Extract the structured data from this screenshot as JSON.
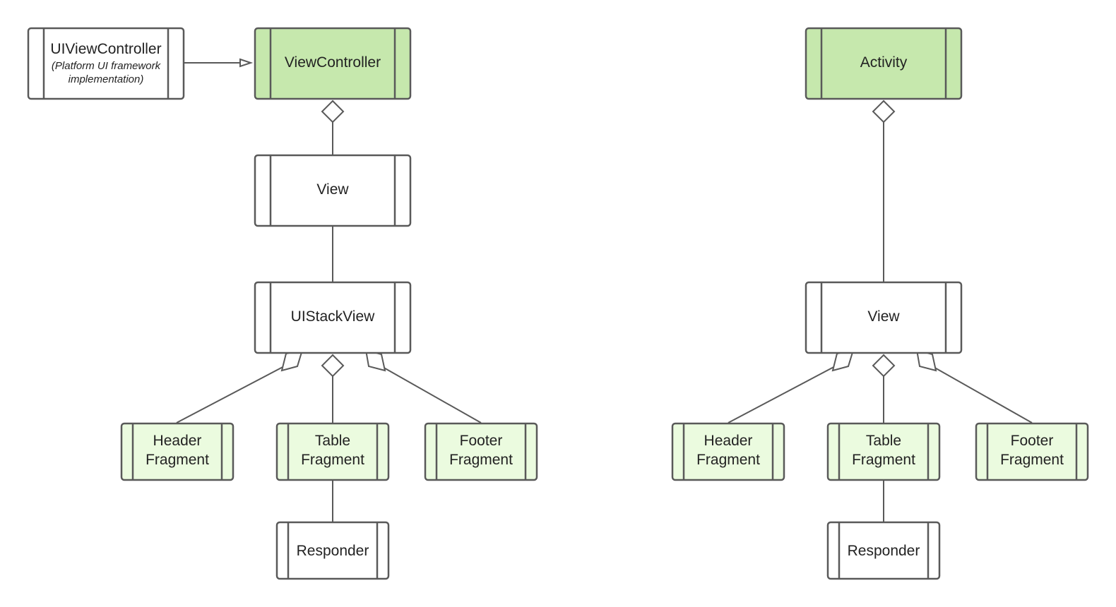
{
  "colors": {
    "stroke": "#595959",
    "fill_dark_green": "#c6e8ad",
    "fill_light_green": "#ebfbdf",
    "fill_white": "#ffffff",
    "text": "#222222"
  },
  "ios": {
    "uiviewcontroller": {
      "title": "UIViewController",
      "subtitle_line1": "(Platform UI framework",
      "subtitle_line2": "implementation)"
    },
    "viewcontroller": "ViewController",
    "view": "View",
    "uistackview": "UIStackView",
    "header_fragment": [
      "Header",
      "Fragment"
    ],
    "table_fragment": [
      "Table",
      "Fragment"
    ],
    "footer_fragment": [
      "Footer",
      "Fragment"
    ],
    "responder": "Responder"
  },
  "android": {
    "activity": "Activity",
    "view": "View",
    "header_fragment": [
      "Header",
      "Fragment"
    ],
    "table_fragment": [
      "Table",
      "Fragment"
    ],
    "footer_fragment": [
      "Footer",
      "Fragment"
    ],
    "responder": "Responder"
  }
}
